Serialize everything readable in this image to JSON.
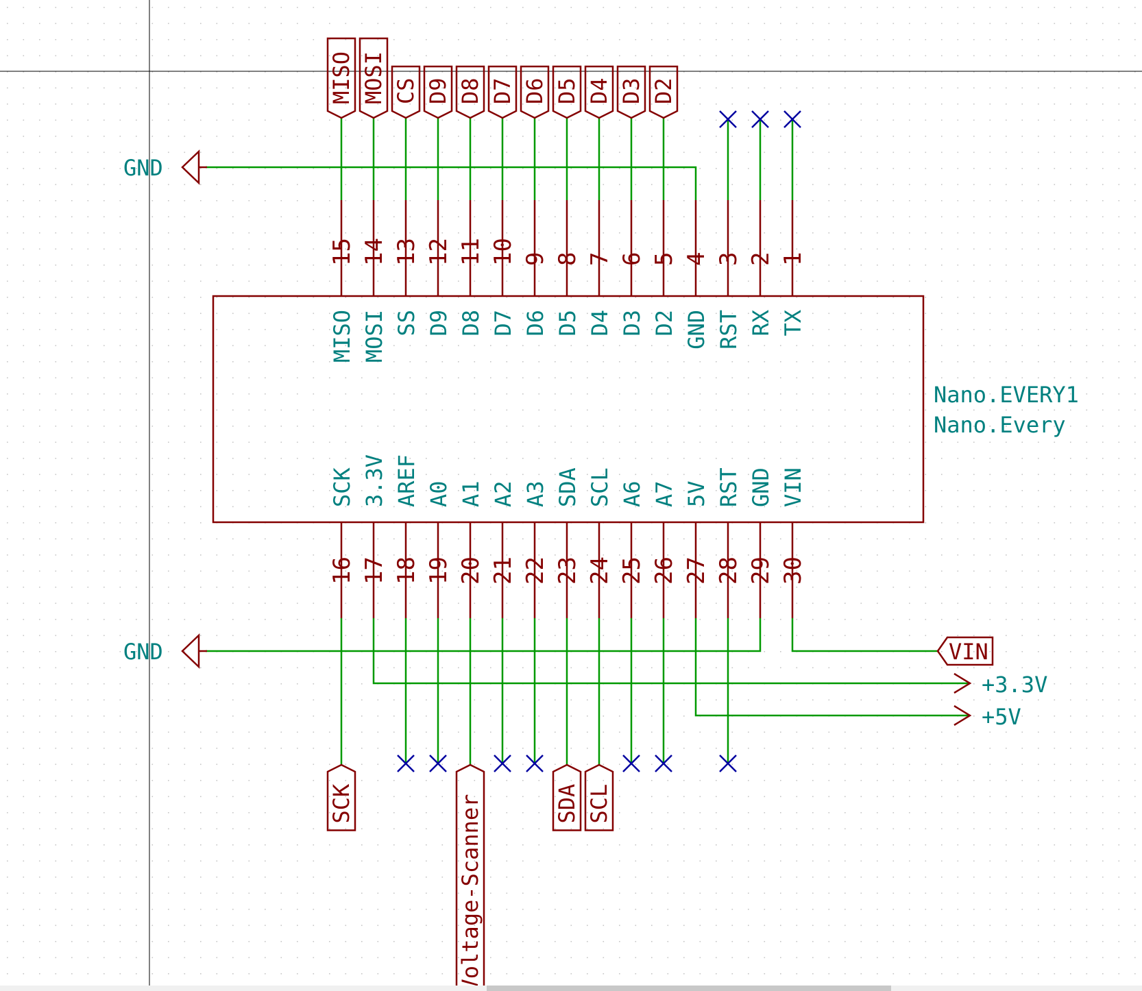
{
  "colors": {
    "background": "#ffffff",
    "grid_dot": "#c6c6c6",
    "wire": "#009900",
    "component": "#840000",
    "text_teal": "#00807f",
    "no_connect": "#0000a0",
    "label_fill": "#ffffc4",
    "crosshair": "#000000"
  },
  "component": {
    "reference": "Nano.EVERY1",
    "value": "Nano.Every"
  },
  "top_pins": [
    {
      "number": "15",
      "name": "MISO"
    },
    {
      "number": "14",
      "name": "MOSI"
    },
    {
      "number": "13",
      "name": "SS"
    },
    {
      "number": "12",
      "name": "D9"
    },
    {
      "number": "11",
      "name": "D8"
    },
    {
      "number": "10",
      "name": "D7"
    },
    {
      "number": "9",
      "name": "D6"
    },
    {
      "number": "8",
      "name": "D5"
    },
    {
      "number": "7",
      "name": "D4"
    },
    {
      "number": "6",
      "name": "D3"
    },
    {
      "number": "5",
      "name": "D2"
    },
    {
      "number": "4",
      "name": "GND"
    },
    {
      "number": "3",
      "name": "RST"
    },
    {
      "number": "2",
      "name": "RX"
    },
    {
      "number": "1",
      "name": "TX"
    }
  ],
  "bottom_pins": [
    {
      "number": "16",
      "name": "SCK"
    },
    {
      "number": "17",
      "name": "3.3V"
    },
    {
      "number": "18",
      "name": "AREF"
    },
    {
      "number": "19",
      "name": "A0"
    },
    {
      "number": "20",
      "name": "A1"
    },
    {
      "number": "21",
      "name": "A2"
    },
    {
      "number": "22",
      "name": "A3"
    },
    {
      "number": "23",
      "name": "SDA"
    },
    {
      "number": "24",
      "name": "SCL"
    },
    {
      "number": "25",
      "name": "A6"
    },
    {
      "number": "26",
      "name": "A7"
    },
    {
      "number": "27",
      "name": "5V"
    },
    {
      "number": "28",
      "name": "RST"
    },
    {
      "number": "29",
      "name": "GND"
    },
    {
      "number": "30",
      "name": "VIN"
    }
  ],
  "top_labels": [
    {
      "pin": "15",
      "text": "MISO"
    },
    {
      "pin": "14",
      "text": "MOSI"
    },
    {
      "pin": "13",
      "text": "CS"
    },
    {
      "pin": "12",
      "text": "D9"
    },
    {
      "pin": "11",
      "text": "D8"
    },
    {
      "pin": "10",
      "text": "D7"
    },
    {
      "pin": "9",
      "text": "D6"
    },
    {
      "pin": "8",
      "text": "D5"
    },
    {
      "pin": "7",
      "text": "D4"
    },
    {
      "pin": "6",
      "text": "D3"
    },
    {
      "pin": "5",
      "text": "D2"
    }
  ],
  "bottom_labels": [
    {
      "pin": "16",
      "text": "SCK"
    },
    {
      "pin": "20",
      "text": "Voltage-Scanner"
    },
    {
      "pin": "23",
      "text": "SDA"
    },
    {
      "pin": "24",
      "text": "SCL"
    }
  ],
  "top_no_connect": [
    "3",
    "2",
    "1"
  ],
  "bottom_no_connect": [
    "18",
    "19",
    "21",
    "22",
    "25",
    "26",
    "28"
  ],
  "power": {
    "gnd_top": "GND",
    "gnd_bottom": "GND",
    "vin_label": "VIN",
    "v33_label": "+3.3V",
    "v5_label": "+5V"
  }
}
